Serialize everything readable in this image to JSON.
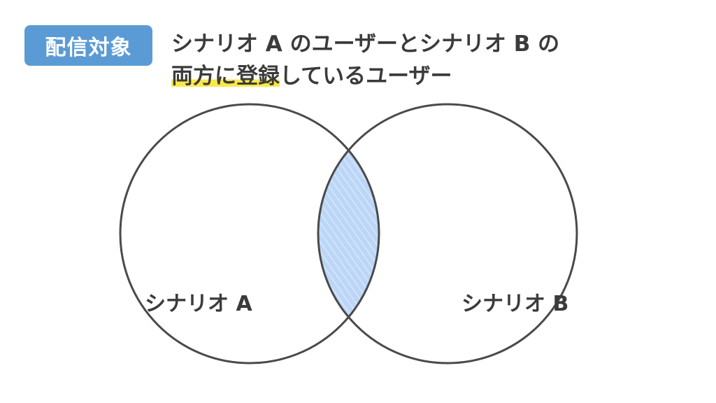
{
  "badge": {
    "label": "配信対象",
    "color": "#5b9bd5"
  },
  "heading": {
    "line1": "シナリオ A のユーザーとシナリオ B の",
    "line2_highlight": "両方に登録",
    "line2_rest": "しているユーザー",
    "highlight_color": "#fbe94b"
  },
  "venn": {
    "set_a_label": "シナリオ A",
    "set_b_label": "シナリオ B",
    "intersection_color": "#bcd6f7",
    "outline_color": "#4a4a4a"
  }
}
